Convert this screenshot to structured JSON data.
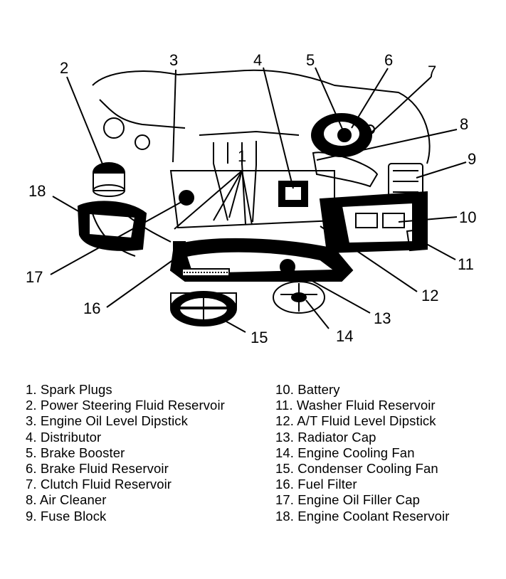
{
  "diagram": {
    "callouts": [
      "1",
      "2",
      "3",
      "4",
      "5",
      "6",
      "7",
      "8",
      "9",
      "10",
      "11",
      "12",
      "13",
      "14",
      "15",
      "16",
      "17",
      "18"
    ]
  },
  "legend": {
    "left": [
      {
        "num": "1.",
        "label": "Spark Plugs"
      },
      {
        "num": "2.",
        "label": "Power Steering Fluid Reservoir"
      },
      {
        "num": "3.",
        "label": "Engine Oil Level Dipstick"
      },
      {
        "num": "4.",
        "label": "Distributor"
      },
      {
        "num": "5.",
        "label": "Brake Booster"
      },
      {
        "num": "6.",
        "label": "Brake Fluid Reservoir"
      },
      {
        "num": "7.",
        "label": "Clutch Fluid Reservoir"
      },
      {
        "num": "8.",
        "label": "Air Cleaner"
      },
      {
        "num": "9.",
        "label": "Fuse Block"
      }
    ],
    "right": [
      {
        "num": "10.",
        "label": "Battery"
      },
      {
        "num": "11.",
        "label": "Washer Fluid Reservoir"
      },
      {
        "num": "12.",
        "label": "A/T Fluid Level Dipstick"
      },
      {
        "num": "13.",
        "label": "Radiator Cap"
      },
      {
        "num": "14.",
        "label": "Engine Cooling Fan"
      },
      {
        "num": "15.",
        "label": "Condenser Cooling Fan"
      },
      {
        "num": "16.",
        "label": "Fuel Filter"
      },
      {
        "num": "17.",
        "label": "Engine Oil Filler Cap"
      },
      {
        "num": "18.",
        "label": "Engine Coolant Reservoir"
      }
    ]
  }
}
